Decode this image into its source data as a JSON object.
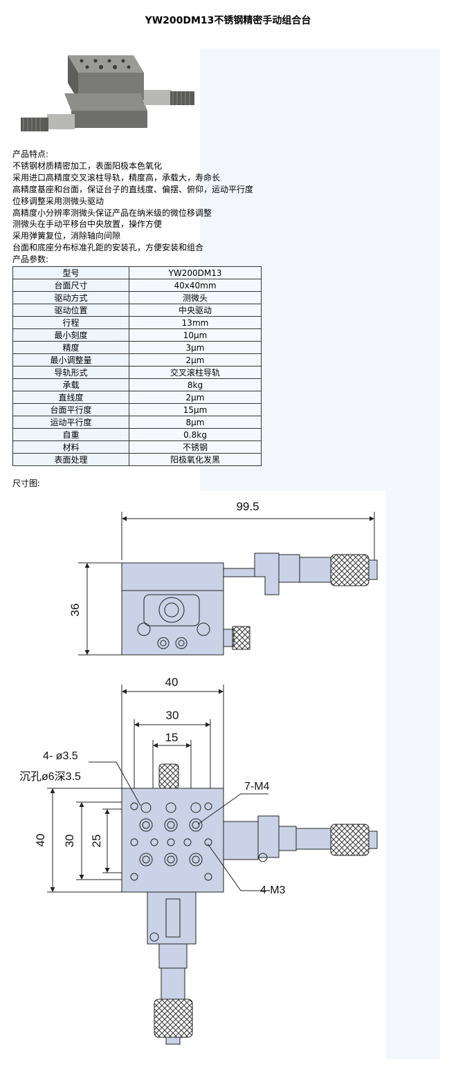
{
  "title": "YW200DM13不锈钢精密手动组合台",
  "features_heading": "产品特点:",
  "features": [
    "不锈钢材质精密加工，表面阳极本色氧化",
    "采用进口高精度交叉滚柱导轨，精度高，承载大，寿命长",
    "高精度基座和台面，保证台子的直线度、偏摆、俯仰，运动平行度",
    "位移调整采用测微头驱动",
    "高精度小分辨率测微头保证产品在纳米级的微位移调整",
    "测微头在手动平移台中央放置，操作方便",
    "采用弹簧复位，消除轴向间隙",
    "台面和底座分布标准孔距的安装孔，方便安装和组合"
  ],
  "params_heading": "产品参数:",
  "params": [
    {
      "k": "型号",
      "v": "YW200DM13"
    },
    {
      "k": "台面尺寸",
      "v": "40x40mm"
    },
    {
      "k": "驱动方式",
      "v": "测微头"
    },
    {
      "k": "驱动位置",
      "v": "中央驱动"
    },
    {
      "k": "行程",
      "v": "13mm"
    },
    {
      "k": "最小刻度",
      "v": "10μm"
    },
    {
      "k": "精度",
      "v": "3μm"
    },
    {
      "k": "最小调整量",
      "v": "2μm"
    },
    {
      "k": "导轨形式",
      "v": "交叉滚柱导轨"
    },
    {
      "k": "承载",
      "v": "8kg"
    },
    {
      "k": "直线度",
      "v": "2μm"
    },
    {
      "k": "台面平行度",
      "v": "15μm"
    },
    {
      "k": "运动平行度",
      "v": "8μm"
    },
    {
      "k": "自重",
      "v": "0.8kg"
    },
    {
      "k": "材料",
      "v": "不锈钢"
    },
    {
      "k": "表面处理",
      "v": "阳极氧化发黑"
    }
  ],
  "drawing_heading": "尺寸图:",
  "drawing": {
    "dim_total_width": "99.5",
    "dim_height": "36",
    "dim_top_40": "40",
    "dim_top_30": "30",
    "dim_top_15": "15",
    "dim_left_40": "40",
    "dim_left_30": "30",
    "dim_left_25": "25",
    "note_holes": "4- ø3.5",
    "note_counterbore": "沉孔ø6深3.5",
    "note_m4": "7-M4",
    "note_m3": "4-M3"
  },
  "colors": {
    "panel_bg": "#f3f7fc",
    "metal": "#c9d2e6",
    "metal_dark": "#aab4cc"
  }
}
